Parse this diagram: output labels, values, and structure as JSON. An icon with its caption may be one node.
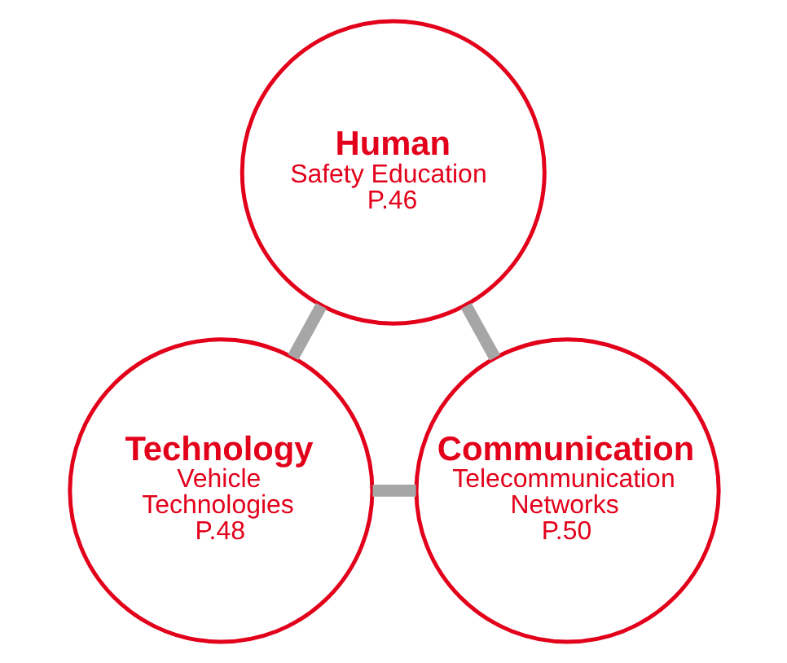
{
  "diagram": {
    "nodes": [
      {
        "text": [
          "Human",
          "Safety Education",
          "P.46"
        ]
      },
      {
        "text": [
          "Technology",
          "Vehicle Technologies",
          "P.48"
        ]
      },
      {
        "text": [
          "Communication",
          "Telecommunication Networks",
          "P.50"
        ]
      }
    ],
    "edges": [
      {
        "from": 0,
        "to": 1,
        "arrow": "none"
      },
      {
        "from": 0,
        "to": 2,
        "arrow": "none"
      },
      {
        "from": 1,
        "to": 2,
        "arrow": "none"
      }
    ]
  }
}
